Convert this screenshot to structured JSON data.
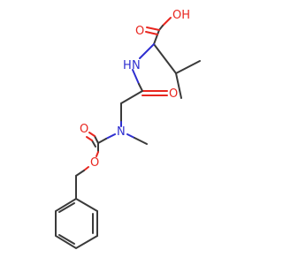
{
  "atoms": {
    "oh": "OH",
    "acid_o": "O",
    "nh": "N",
    "nh_h": "H",
    "amide_o": "O",
    "n_methyl": "N",
    "carbamate_o": "O",
    "ester_o": "O"
  },
  "colors": {
    "bond": "#3a3a3a",
    "oxygen": "#e8261f",
    "nitrogen": "#2f2fd0",
    "background": "#ffffff"
  }
}
